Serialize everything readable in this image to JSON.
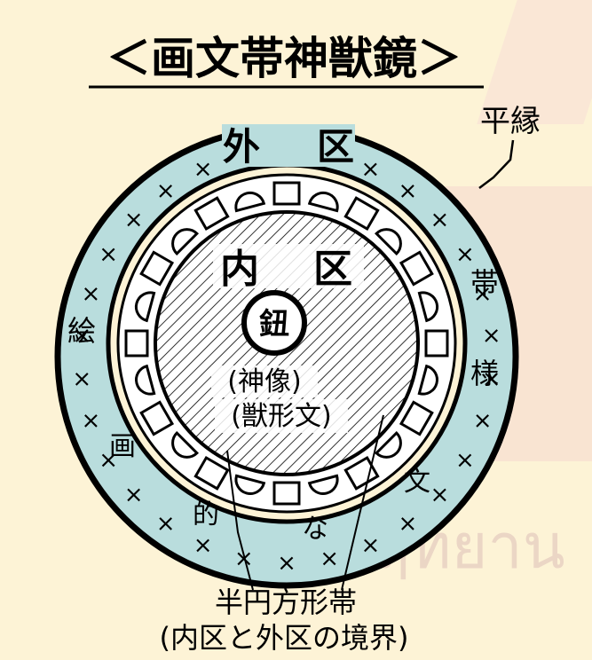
{
  "title": "＜画文帯神獣鏡＞",
  "labels": {
    "outer_zone": "外",
    "outer_zone_2": "区",
    "rim": "平縁",
    "inner_zone": "内",
    "inner_zone_2": "区",
    "knob": "鈕",
    "deity": "(神像)",
    "beast": "(獣形文)",
    "obi": "帯",
    "you": "様",
    "e": "絵",
    "ga": "画",
    "teki": "的",
    "na": "な",
    "mon": "文",
    "band_line1": "半円方形帯",
    "band_line2": "(内区と外区の境界)"
  },
  "watermark": "ฤทยาน",
  "colors": {
    "background": "#fdf3d6",
    "outer_fill": "#b9dddd",
    "stroke": "#000000"
  }
}
